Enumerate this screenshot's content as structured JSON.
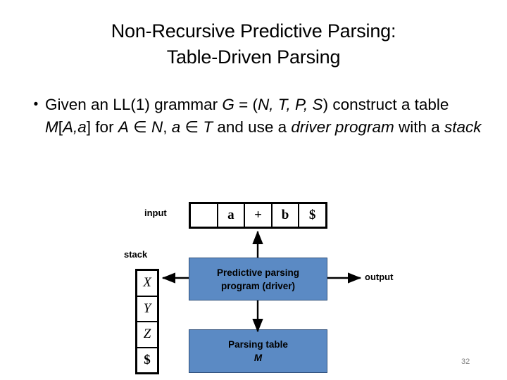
{
  "slide": {
    "title_line1": "Non-Recursive Predictive Parsing:",
    "title_line2": "Table-Driven Parsing",
    "number": "32",
    "accent_color": "#5B8AC4",
    "text_color": "#000000",
    "background_color": "#FFFFFF",
    "slide_number_color": "#808080"
  },
  "bullet": {
    "marker": "•",
    "seg1": "Given an LL(1) grammar ",
    "seg2_italic": "G",
    "seg3": " = (",
    "seg4_italic": "N, T, P, S",
    "seg5": ") construct a table ",
    "seg6_italic": "M",
    "seg7": "[",
    "seg8_italic": "A,a",
    "seg9": "] for ",
    "seg10_italic": "A",
    "seg11": " ∈ ",
    "seg12_italic": "N",
    "seg13": ", ",
    "seg14_italic": "a",
    "seg15": " ∈ ",
    "seg16_italic": "T",
    "seg17": " and use a ",
    "seg18_italic": "driver program",
    "seg19": " with a ",
    "seg20_italic": "stack",
    "plain_text": "Given an LL(1) grammar G = (N, T, P, S) construct a table M[A,a] for A ∈ N, a ∈ T and use a driver program with a stack"
  },
  "diagram": {
    "input_label": "input",
    "stack_label": "stack",
    "output_label": "output",
    "input_tape": [
      "",
      "a",
      "+",
      "b",
      "$"
    ],
    "stack_cells": [
      "X",
      "Y",
      "Z",
      "$"
    ],
    "driver_box": {
      "line1": "Predictive parsing",
      "line2": "program (driver)"
    },
    "parsing_table_box": {
      "line1": "Parsing table",
      "line2_italic": "M"
    }
  }
}
